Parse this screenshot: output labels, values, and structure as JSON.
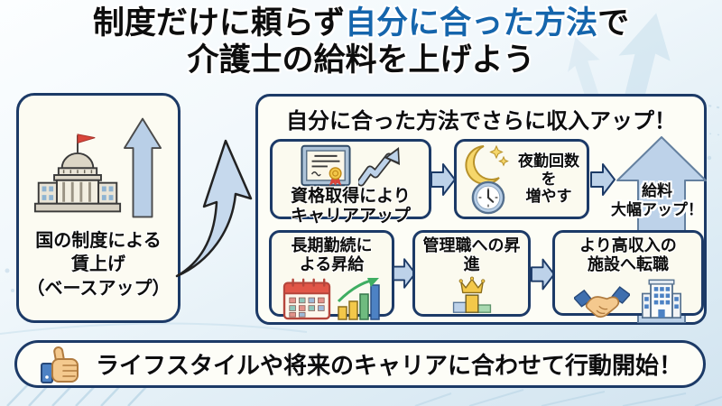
{
  "title": {
    "line1_pre": "制度だけに頼らず",
    "line1_highlight": "自分に合った方法",
    "line1_post": "で",
    "line2": "介護士の給料を上げよう",
    "highlight_color": "#1565ac"
  },
  "base_raise_box": {
    "lines": {
      "l1": "国の制度による",
      "l2": "賃上げ",
      "l3": "（ベースアップ）"
    },
    "icons": [
      "government-building-icon",
      "up-arrow-icon"
    ]
  },
  "methods_panel": {
    "header": "自分に合った方法でさらに収入アップ！",
    "top_row": [
      {
        "line1": "資格取得により",
        "line2": "キャリアアップ",
        "icons": [
          "certificate-icon",
          "growth-zigzag-arrow-icon"
        ]
      },
      {
        "line1": "夜勤回数を",
        "line2": "増やす",
        "icons": [
          "moon-icon",
          "clock-icon"
        ]
      }
    ],
    "salary_up_arrow": {
      "line1": "給料",
      "line2": "大幅アップ！"
    },
    "bottom_row": [
      {
        "line1": "長期勤続に",
        "line2": "よる昇給",
        "icons": [
          "calendar-icon",
          "bar-chart-icon"
        ]
      },
      {
        "line1": "管理職への昇進",
        "line2": "",
        "icons": [
          "crown-podium-icon"
        ]
      },
      {
        "line1": "より高収入の",
        "line2": "施設へ転職",
        "icons": [
          "handshake-icon",
          "office-building-icon"
        ]
      }
    ]
  },
  "footer_banner": {
    "text": "ライフスタイルや将来のキャリアに合わせて行動開始！",
    "icon": "thumbs-up-icon"
  },
  "colors": {
    "accent_blue": "#1565ac",
    "navy_border": "#1c3a67",
    "arrow_fill": "#bdd2e9",
    "box_bg": "#fbfaef",
    "panel_bg": "#fdfdf6",
    "text_black": "#0d0d0d",
    "flag_red": "#d9453a",
    "gold": "#f3c84a"
  }
}
